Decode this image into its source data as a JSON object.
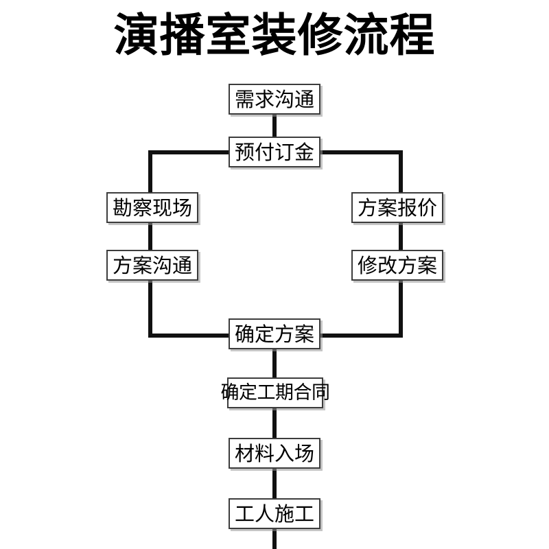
{
  "page": {
    "title": "演播室装修流程",
    "background_color": "#ffffff",
    "line_color": "#111111",
    "box_border_color": "#3c3c3c",
    "box_fill_color": "#ffffff",
    "text_color": "#000000"
  },
  "diagram": {
    "type": "flowchart",
    "orientation": "top-to-bottom with parallel left/right branches",
    "nodes": [
      {
        "id": "n1",
        "label": "需求沟通",
        "column": "center",
        "order": 1
      },
      {
        "id": "n2",
        "label": "预付订金",
        "column": "center",
        "order": 2
      },
      {
        "id": "n3",
        "label": "勘察现场",
        "column": "left",
        "order": 3
      },
      {
        "id": "n4",
        "label": "方案沟通",
        "column": "left",
        "order": 4
      },
      {
        "id": "n5",
        "label": "方案报价",
        "column": "right",
        "order": 3
      },
      {
        "id": "n6",
        "label": "修改方案",
        "column": "right",
        "order": 4
      },
      {
        "id": "n7",
        "label": "确定方案",
        "column": "center",
        "order": 5
      },
      {
        "id": "n8",
        "label": "确定工期合同",
        "column": "center",
        "order": 6
      },
      {
        "id": "n9",
        "label": "材料入场",
        "column": "center",
        "order": 7
      },
      {
        "id": "n10",
        "label": "工人施工",
        "column": "center",
        "order": 8
      }
    ],
    "edges": [
      {
        "from": "n1",
        "to": "n2"
      },
      {
        "from": "n2",
        "to": "n3",
        "via": "left-branch"
      },
      {
        "from": "n3",
        "to": "n4"
      },
      {
        "from": "n4",
        "to": "n7",
        "via": "left-branch"
      },
      {
        "from": "n2",
        "to": "n5",
        "via": "right-branch"
      },
      {
        "from": "n5",
        "to": "n6"
      },
      {
        "from": "n6",
        "to": "n7",
        "via": "right-branch"
      },
      {
        "from": "n7",
        "to": "n8"
      },
      {
        "from": "n8",
        "to": "n9"
      },
      {
        "from": "n9",
        "to": "n10"
      },
      {
        "from": "n10",
        "to": "continues-below"
      }
    ]
  }
}
